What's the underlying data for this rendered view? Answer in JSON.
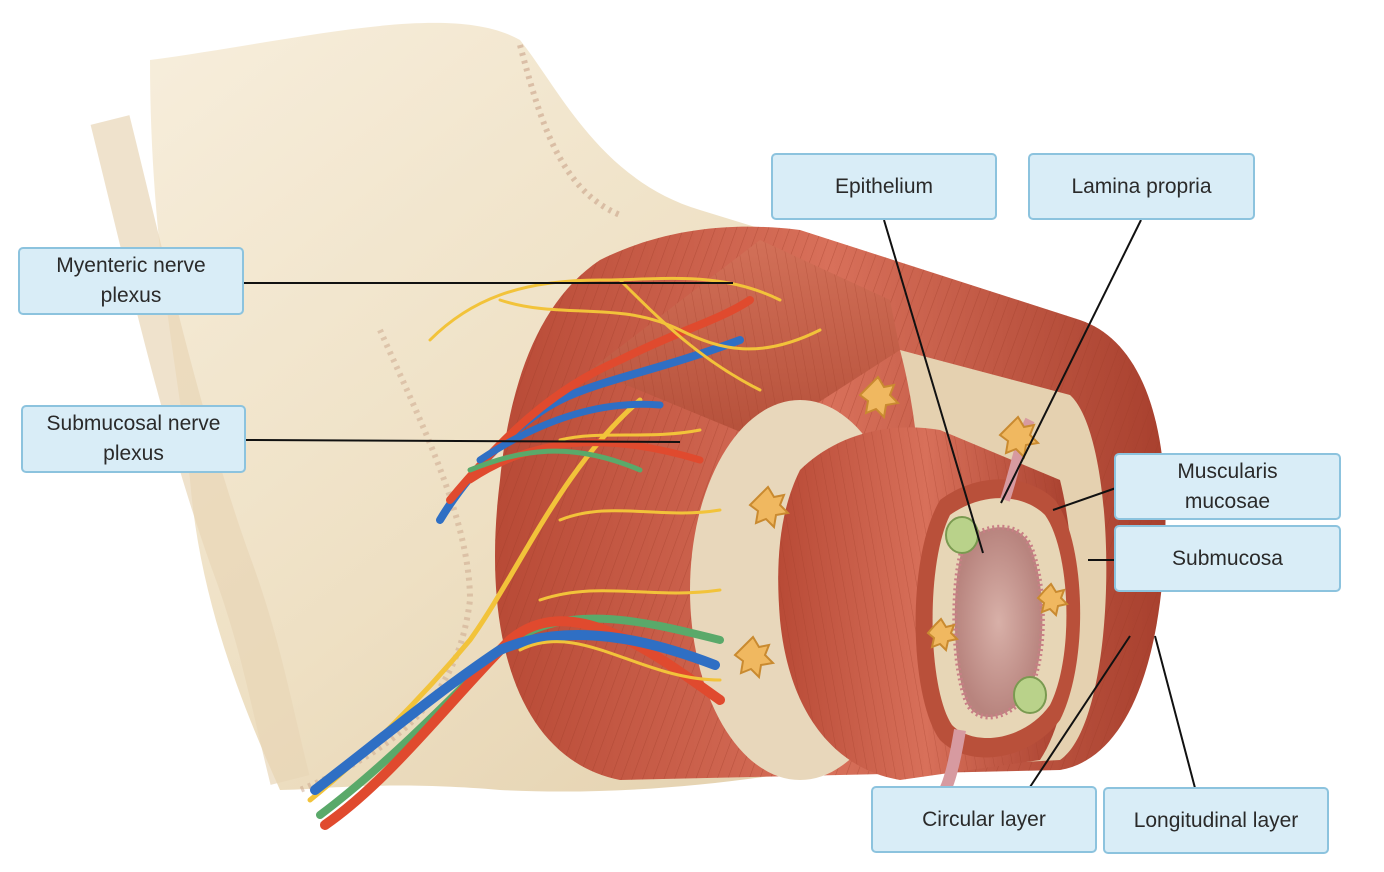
{
  "labels": {
    "epithelium": "Epithelium",
    "lamina_propria": "Lamina propria",
    "myenteric_1": "Myenteric nerve",
    "myenteric_2": "plexus",
    "submucosal_1": "Submucosal nerve",
    "submucosal_2": "plexus",
    "muscularis_1": "Muscularis",
    "muscularis_2": "mucosae",
    "submucosa": "Submucosa",
    "circular": "Circular layer",
    "longitudinal": "Longitudinal layer"
  },
  "colors": {
    "label_fill": "#d9edf7",
    "label_border": "#8cc3de",
    "serosa": "#efe0c4",
    "muscle": "#c95a44",
    "mucosa_lumen": "#c99a94",
    "artery": "#e04a2e",
    "vein": "#2f6fc4",
    "nerve": "#f2c33a",
    "lymph": "#5aa96a"
  }
}
